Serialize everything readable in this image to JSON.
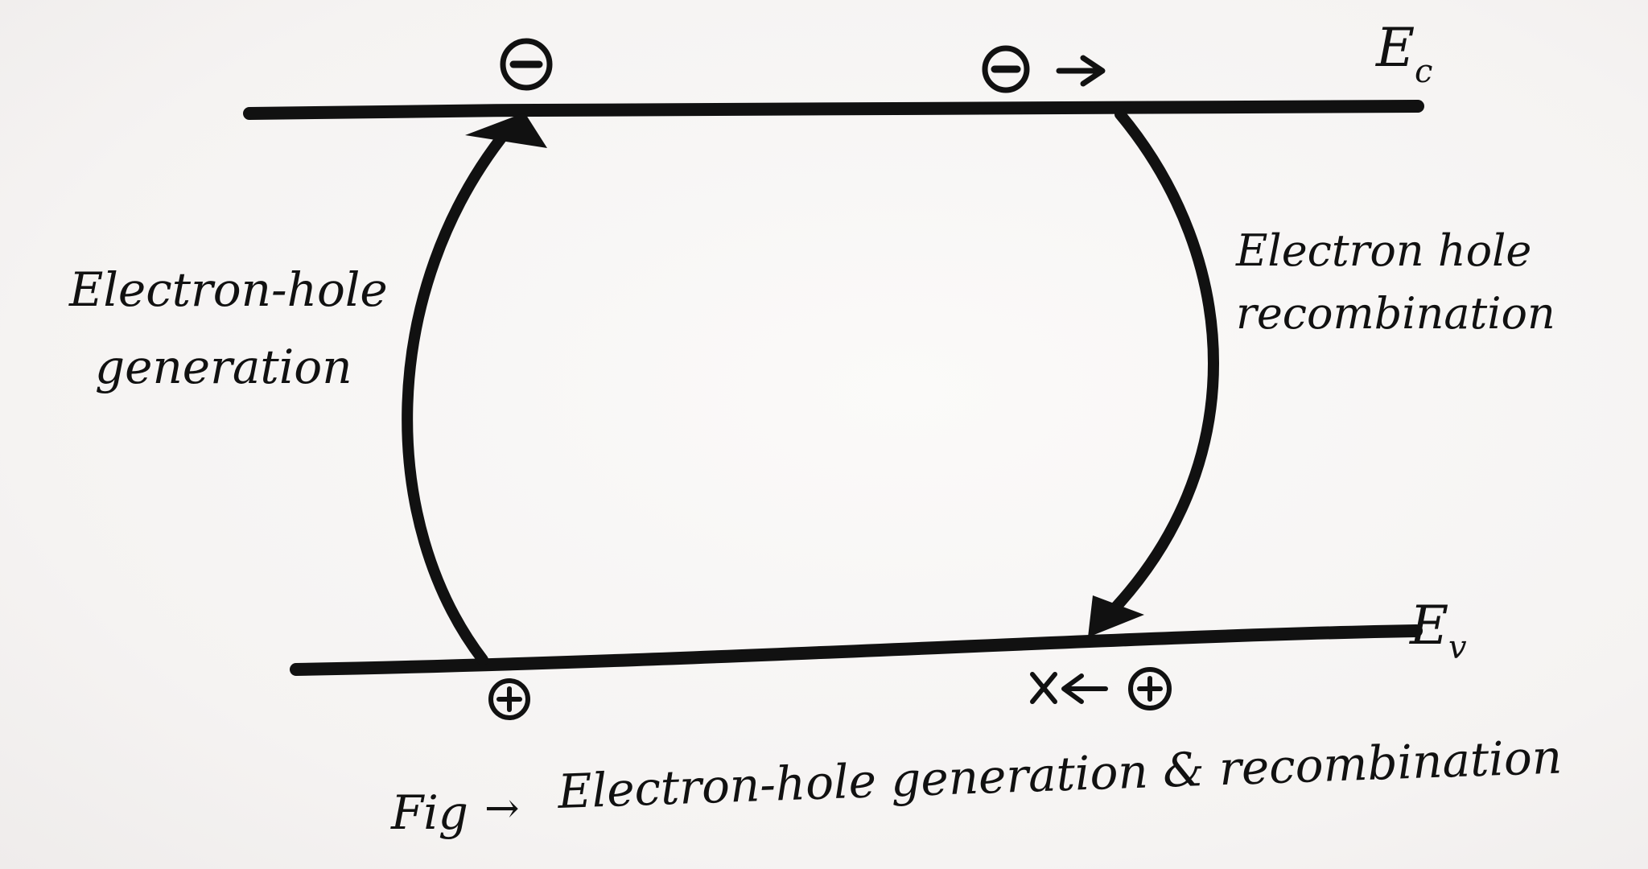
{
  "diagram": {
    "conduction_band_label": "Ec",
    "valence_band_label": "Ev",
    "electron_symbol": "−",
    "hole_symbol": "+",
    "right_arrow_glyph": "→",
    "left_arrow_glyph": "←",
    "recombined_marker": "X",
    "generation_label_line1": "Electron-hole",
    "generation_label_line2": "generation",
    "recombination_label_line1": "Electron hole",
    "recombination_label_line2": "recombination",
    "caption_prefix": "Fig",
    "caption_arrow": "→",
    "caption_text": "Electron-hole generation & recombination"
  }
}
